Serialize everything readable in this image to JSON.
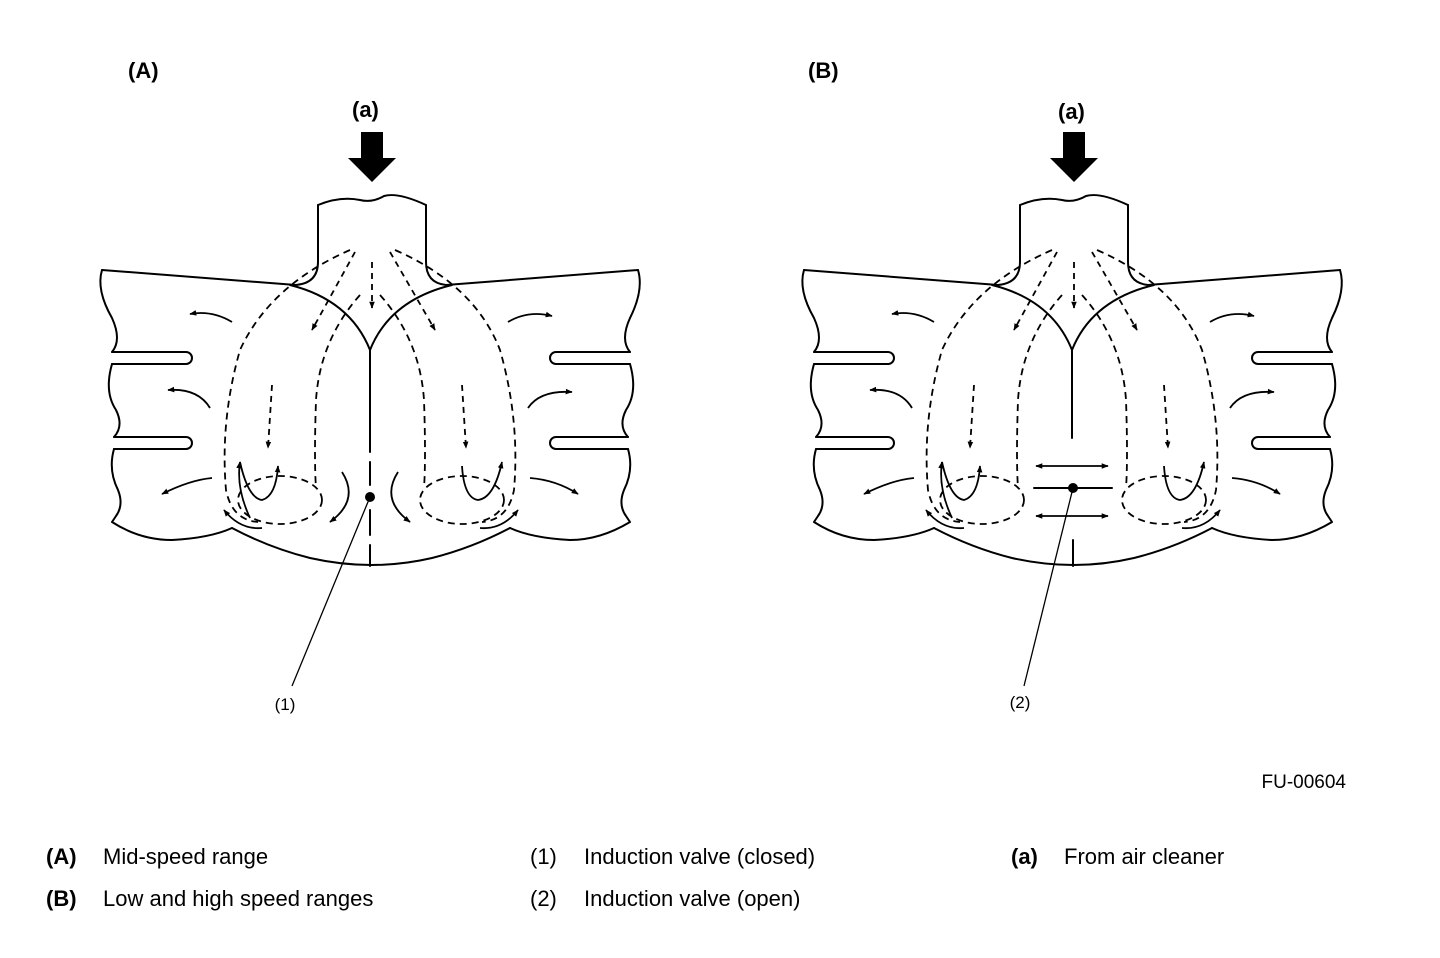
{
  "panels": [
    {
      "label": "(A)",
      "inlet_label": "(a)",
      "callout_label": "(1)",
      "valve": "closed"
    },
    {
      "label": "(B)",
      "inlet_label": "(a)",
      "callout_label": "(2)",
      "valve": "open"
    }
  ],
  "figure_code": "FU-00604",
  "legend": {
    "col1": [
      {
        "key": "(A)",
        "text": "Mid-speed range"
      },
      {
        "key": "(B)",
        "text": "Low and high speed ranges"
      }
    ],
    "col2": [
      {
        "key": "(1)",
        "text": "Induction valve (closed)"
      },
      {
        "key": "(2)",
        "text": "Induction valve (open)"
      }
    ],
    "col3": [
      {
        "key": "(a)",
        "text": "From air cleaner"
      }
    ]
  }
}
